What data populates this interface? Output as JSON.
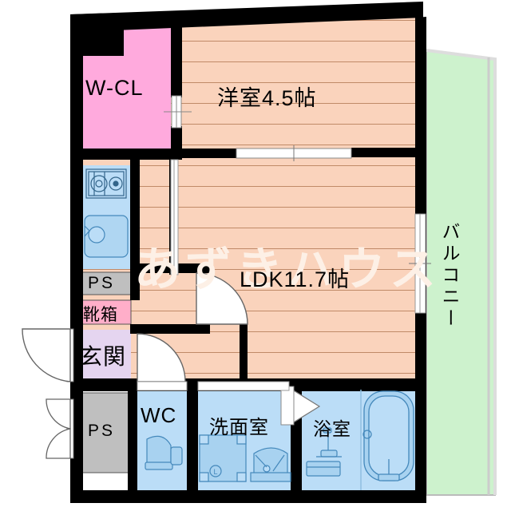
{
  "plan": {
    "type": "japanese-floor-plan",
    "watermark": "あずきハウス",
    "rooms": [
      {
        "key": "wcl",
        "label": "W-CL",
        "color": "#FFAADD",
        "note": "walk-in closet"
      },
      {
        "key": "washitsu",
        "label": "洋室4.5帖",
        "color": "#FAD3BC",
        "note": "western room 4.5 jo"
      },
      {
        "key": "ldk",
        "label": "LDK11.7帖",
        "color": "#FAD3BC",
        "note": "living dining kitchen 11.7 jo"
      },
      {
        "key": "balcony",
        "label": "バルコニー",
        "color": "#CDF2CD",
        "note": "balcony"
      },
      {
        "key": "ps_upper",
        "label": "PS",
        "color": "#BFBFBF",
        "note": "pipe space upper"
      },
      {
        "key": "kutsubako",
        "label": "靴箱",
        "color": "#FFAEC9",
        "note": "shoe box"
      },
      {
        "key": "genkan",
        "label": "玄関",
        "color": "#E5D5F0",
        "note": "entrance"
      },
      {
        "key": "ps_lower",
        "label": "PS",
        "color": "#BFBFBF",
        "note": "pipe space lower"
      },
      {
        "key": "wc",
        "label": "WC",
        "color": "#BBDDF7",
        "note": "toilet"
      },
      {
        "key": "senmen",
        "label": "洗面室",
        "color": "#BBDDF7",
        "note": "washroom"
      },
      {
        "key": "yokushitsu",
        "label": "浴室",
        "color": "#BBDDF7",
        "note": "bathroom"
      }
    ],
    "colors": {
      "wall": "#000000",
      "floor_peach": "#FAD3BC",
      "floor_line": "#C89070",
      "closet_pink": "#FFAADD",
      "shoebox_pink": "#FFAEC9",
      "entry_purple": "#E5D5F0",
      "water_blue": "#BBDDF7",
      "balcony_green": "#CDF2CD",
      "ps_gray": "#BFBFBF",
      "fixture_stroke": "#5588BB",
      "fixture_fill": "#9FCDF0",
      "watermark": "#FDF0E6"
    },
    "fixtures": [
      {
        "name": "gas-stove",
        "room": "ldk"
      },
      {
        "name": "kitchen-sink",
        "room": "ldk"
      },
      {
        "name": "toilet",
        "room": "wc"
      },
      {
        "name": "washing-machine-pan",
        "room": "senmen"
      },
      {
        "name": "wash-basin",
        "room": "senmen"
      },
      {
        "name": "bathtub",
        "room": "yokushitsu"
      },
      {
        "name": "shower-faucet",
        "room": "yokushitsu"
      }
    ],
    "openings": [
      {
        "name": "entrance-door",
        "type": "swing-door"
      },
      {
        "name": "ps-lower-double-door",
        "type": "double-swing-door"
      },
      {
        "name": "ldk-hall-door",
        "type": "swing-door"
      },
      {
        "name": "genkan-hall-door",
        "type": "swing-door"
      },
      {
        "name": "bath-door",
        "type": "folding-door"
      },
      {
        "name": "wcl-sliding-door",
        "type": "sliding-door"
      },
      {
        "name": "washitsu-partition",
        "type": "sliding-partition"
      },
      {
        "name": "balcony-sliding-door",
        "type": "sliding-glass-door"
      },
      {
        "name": "kitchen-sliding-door",
        "type": "sliding-door"
      }
    ]
  }
}
